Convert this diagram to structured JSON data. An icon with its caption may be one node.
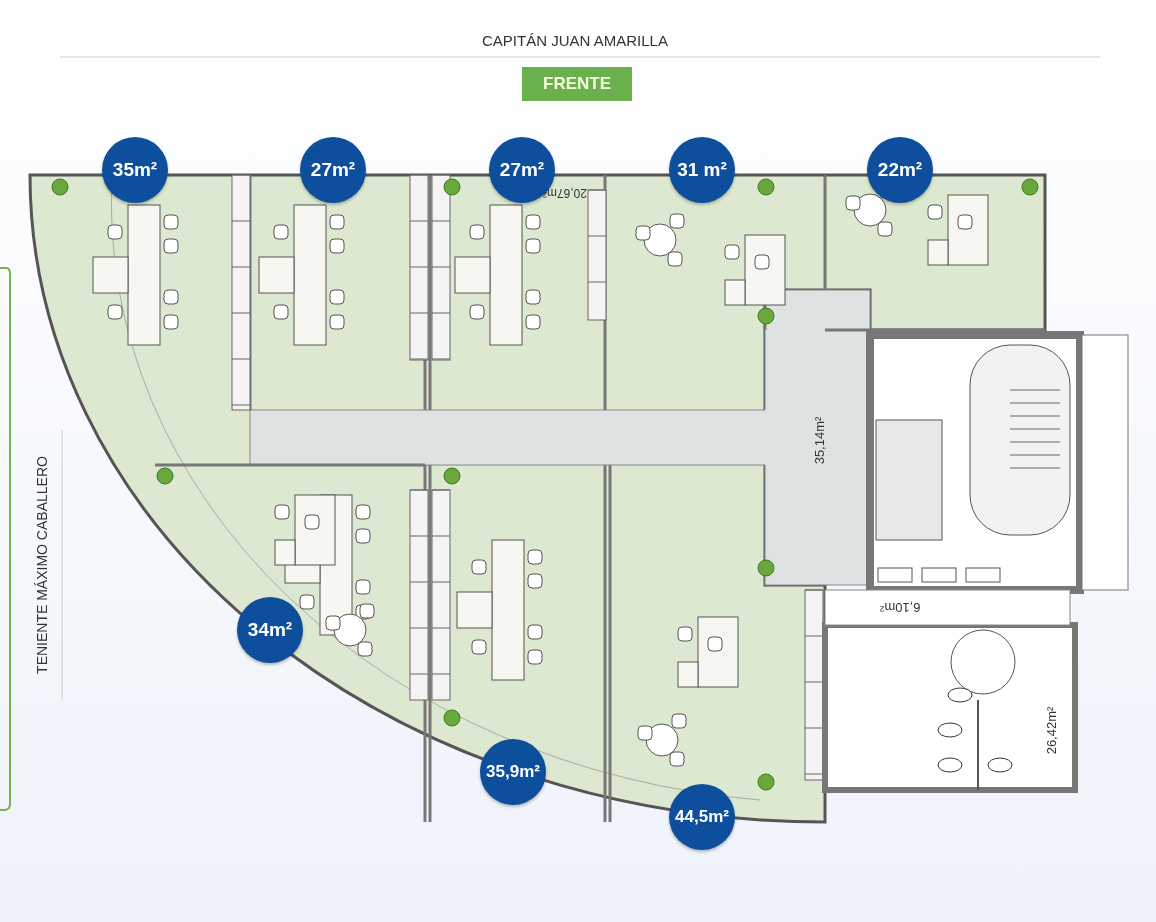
{
  "diagram": {
    "nodes": [
      {
        "text": [
          "FRENTE"
        ]
      },
      {
        "text": [
          "35m²"
        ]
      },
      {
        "text": [
          "27m²"
        ]
      },
      {
        "text": [
          "27m²"
        ]
      },
      {
        "text": [
          "31 m²"
        ]
      },
      {
        "text": [
          "22m²"
        ]
      },
      {
        "text": [
          "34m²"
        ]
      },
      {
        "text": [
          "35,9m²"
        ]
      },
      {
        "text": [
          "44,5m²"
        ]
      }
    ],
    "labels": [
      "CAPITÁN JUAN AMARILLA",
      "20,67m²",
      "35,14m²",
      "TENIENTE MÁXIMO CABALLERO",
      "6,10m²",
      "26,42m²"
    ]
  }
}
